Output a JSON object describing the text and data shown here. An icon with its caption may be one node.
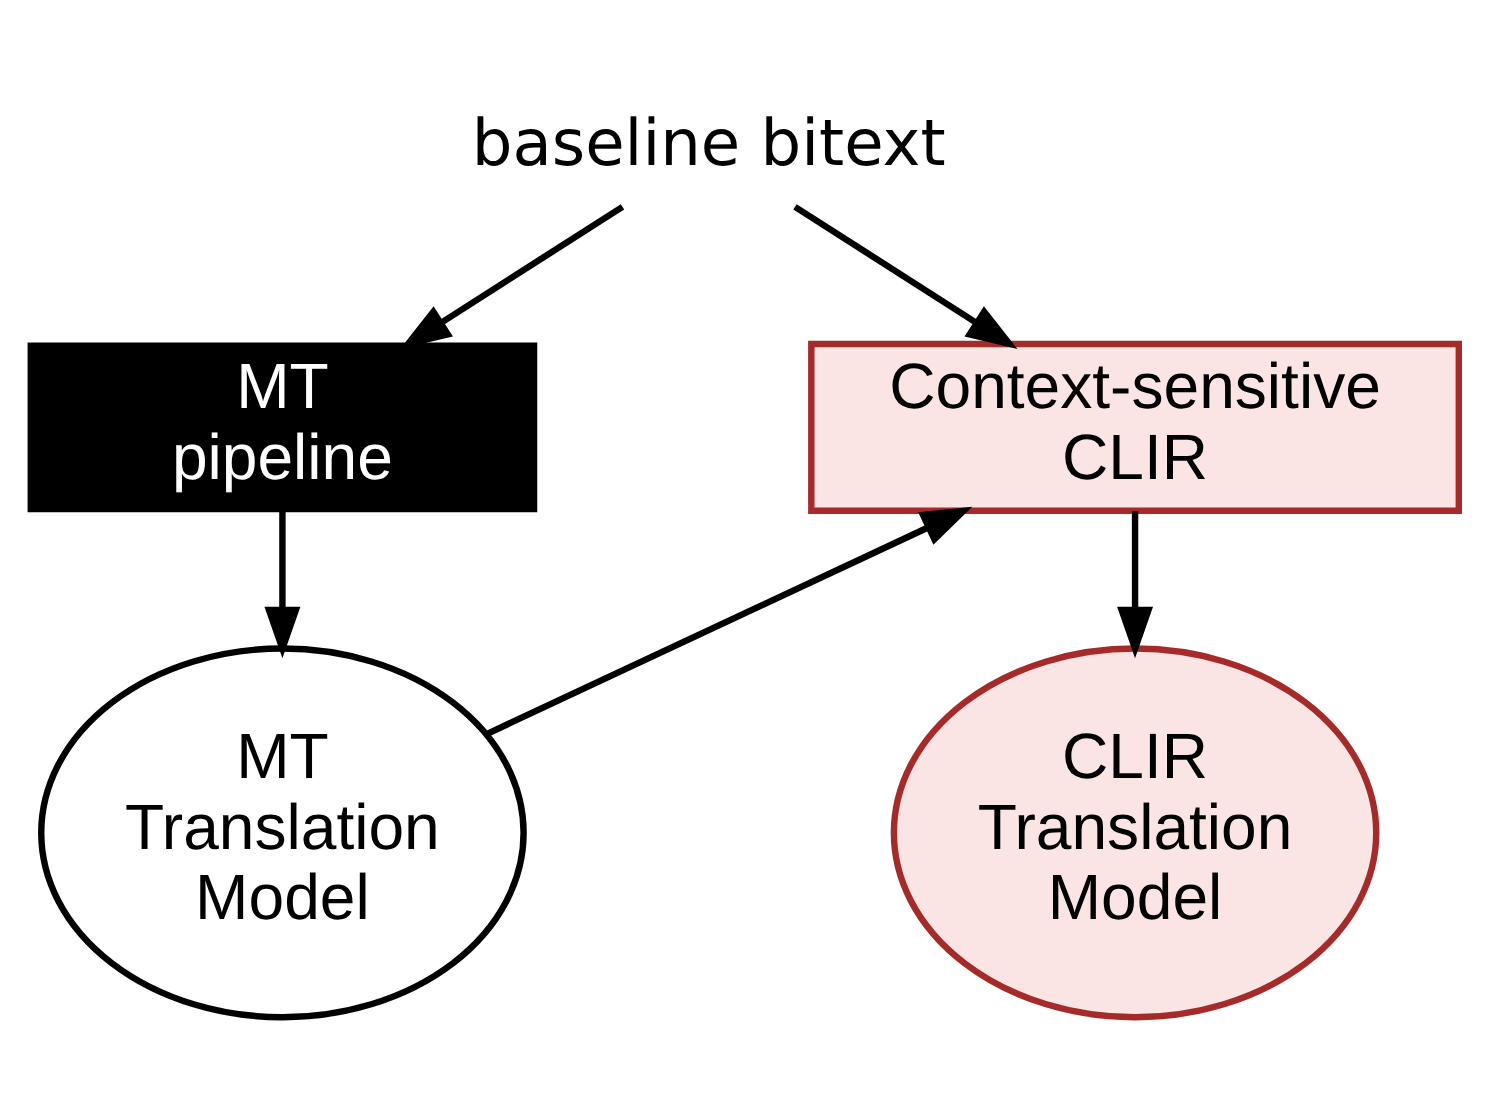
{
  "diagram": {
    "nodes": [
      {
        "text": [
          "baseline bitext"
        ]
      },
      {
        "text": [
          "MT pipeline"
        ]
      },
      {
        "text": [
          "Context-sensitive CLIR"
        ]
      },
      {
        "text": [
          "MT Translation Model"
        ]
      },
      {
        "text": [
          "CLIR Translation Model"
        ]
      }
    ],
    "edges": [
      {
        "from": 0,
        "to": 1,
        "arrow": "to"
      },
      {
        "from": 0,
        "to": 2,
        "arrow": "to"
      },
      {
        "from": 1,
        "to": 3,
        "arrow": "to"
      },
      {
        "from": 3,
        "to": 2,
        "arrow": "to"
      },
      {
        "from": 2,
        "to": 4,
        "arrow": "to"
      }
    ]
  }
}
